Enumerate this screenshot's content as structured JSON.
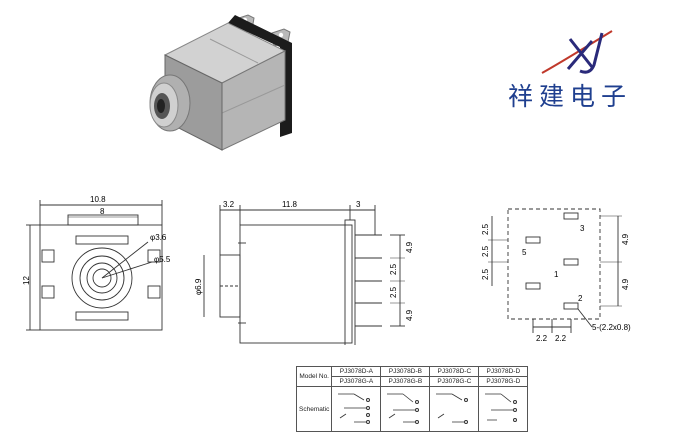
{
  "logo": {
    "mark": "XJ",
    "name": "祥建电子"
  },
  "front_view": {
    "dim_width_outer": "10.8",
    "dim_width_inner": "8",
    "dim_height": "12",
    "dim_circle_large": "φ5.5",
    "dim_circle_small": "φ3.6"
  },
  "side_view": {
    "dim_front": "3.2",
    "dim_body": "11.8",
    "dim_tail": "3",
    "dim_diameter": "φ6.9",
    "pitch_labels": [
      "4.9",
      "2.5",
      "2.5",
      "4.9"
    ]
  },
  "pcb_layout": {
    "left_pitch": [
      "2.5",
      "2.5",
      "2.5"
    ],
    "right_pitch": [
      "4.9",
      "4.9"
    ],
    "bottom_pitch": [
      "2.2",
      "2.2"
    ],
    "hole_note": "5-(2.2x0.8)",
    "pin_labels": [
      "3",
      "5",
      "1",
      "2"
    ]
  },
  "table": {
    "model_label": "Model No.",
    "schematic_label": "Schematic",
    "row1": [
      "PJ3078D-A",
      "PJ3078D-B",
      "PJ3078D-C",
      "PJ3078D-D"
    ],
    "row2": [
      "PJ3078G-A",
      "PJ3078G-B",
      "PJ3078G-C",
      "PJ3078G-D"
    ]
  }
}
